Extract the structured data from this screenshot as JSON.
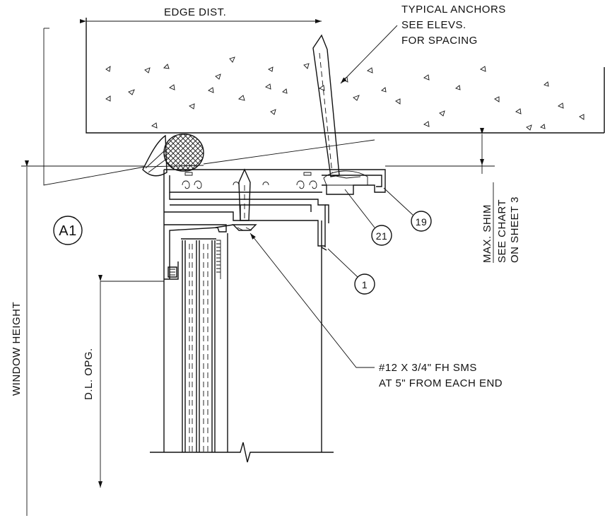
{
  "labels": {
    "edge_dist": "EDGE DIST.",
    "anchors_line1": "TYPICAL ANCHORS",
    "anchors_line2": "SEE ELEVS.",
    "anchors_line3": "FOR SPACING",
    "detail_tag": "A1",
    "window_height": "WINDOW HEIGHT",
    "dl_opg": "D.L. OPG.",
    "max_shim": "MAX. SHIM",
    "see_chart": "SEE CHART",
    "on_sheet": "ON SHEET 3",
    "screw_line1": "#12 X 3/4\" FH SMS",
    "screw_line2": "AT 5\" FROM EACH END"
  },
  "callouts": {
    "c1": "1",
    "c19": "19",
    "c21": "21"
  }
}
